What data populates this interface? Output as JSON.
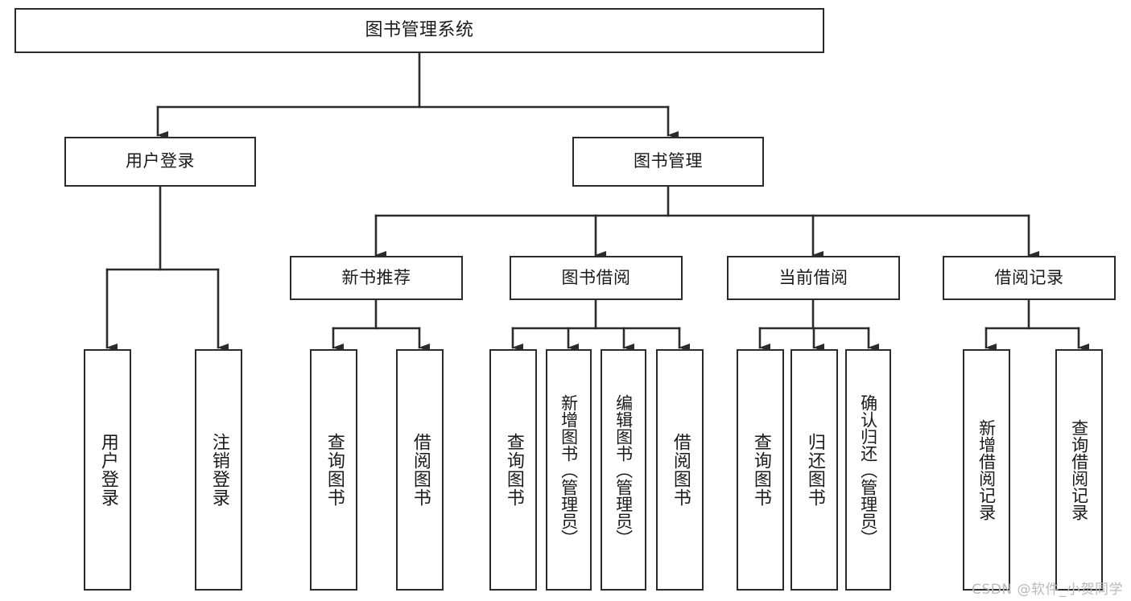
{
  "diagram": {
    "title": "图书管理系统",
    "type": "tree-hierarchy-chart",
    "background_color": "#ffffff",
    "line_color": "#2b2b2b",
    "box_fill": "#ffffff"
  },
  "root": {
    "label": "图书管理系统"
  },
  "level1": [
    {
      "label": "用户登录"
    },
    {
      "label": "图书管理"
    }
  ],
  "level2": [
    {
      "label": "新书推荐"
    },
    {
      "label": "图书借阅"
    },
    {
      "label": "当前借阅"
    },
    {
      "label": "借阅记录"
    }
  ],
  "leaves": {
    "user_login": [
      {
        "label": "用户登录"
      },
      {
        "label": "注销登录"
      }
    ],
    "new_book_recommend": [
      {
        "label": "查询图书"
      },
      {
        "label": "借阅图书"
      }
    ],
    "book_borrow": [
      {
        "label": "查询图书"
      },
      {
        "label": "新增图书（管理员）"
      },
      {
        "label": "编辑图书（管理员）"
      },
      {
        "label": "借阅图书"
      }
    ],
    "current_borrow": [
      {
        "label": "查询图书"
      },
      {
        "label": "归还图书"
      },
      {
        "label": "确认归还（管理员）"
      }
    ],
    "borrow_record": [
      {
        "label": "新增借阅记录"
      },
      {
        "label": "查询借阅记录"
      }
    ]
  },
  "watermark": {
    "text": "CSDN @软件_小贺同学",
    "color": "#b9b9b9"
  }
}
